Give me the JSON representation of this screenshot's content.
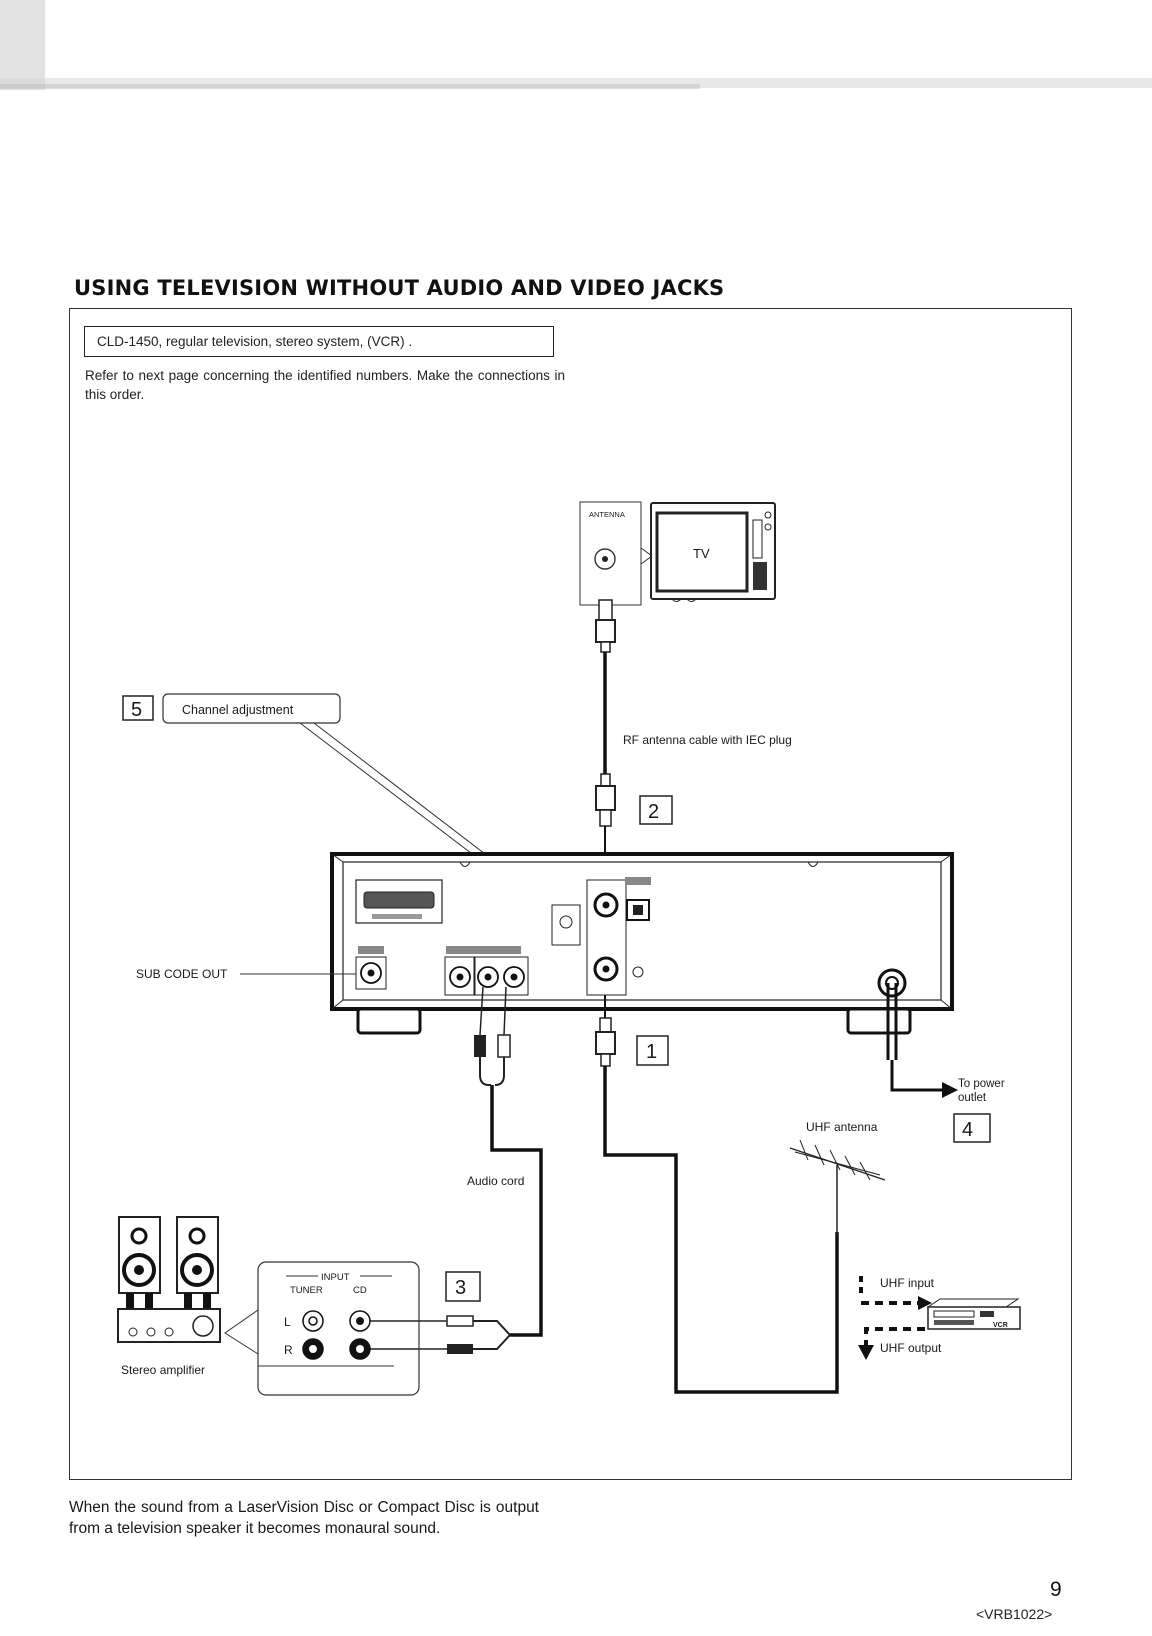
{
  "page": {
    "title": "USING TELEVISION WITHOUT AUDIO AND VIDEO JACKS",
    "model_box": "CLD-1450, regular television, stereo system, (VCR) .",
    "intro": "Refer to next page concerning the identified numbers. Make the connections in this order.",
    "note": "When the sound from a LaserVision Disc or Compact Disc is output from a television speaker it becomes monaural sound.",
    "page_number": "9",
    "doc_code": "<VRB1022>"
  },
  "diagram": {
    "tv_label": "TV",
    "antenna_box_label": "ANTENNA",
    "rf_cable_label": "RF antenna cable with IEC plug",
    "channel_adjustment": "Channel adjustment",
    "sub_code_out": "SUB CODE OUT",
    "audio_cord": "Audio cord",
    "power_outlet_line1": "To power",
    "power_outlet_line2": "outlet",
    "uhf_antenna": "UHF antenna",
    "uhf_input": "UHF input",
    "uhf_output": "UHF output",
    "vcr_label": "VCR",
    "amp_label": "Stereo amplifier",
    "input_label": "INPUT",
    "tuner_label": "TUNER",
    "cd_label": "CD",
    "left_label": "L",
    "right_label": "R",
    "step1": "1",
    "step2": "2",
    "step3": "3",
    "step4": "4",
    "step5": "5"
  }
}
